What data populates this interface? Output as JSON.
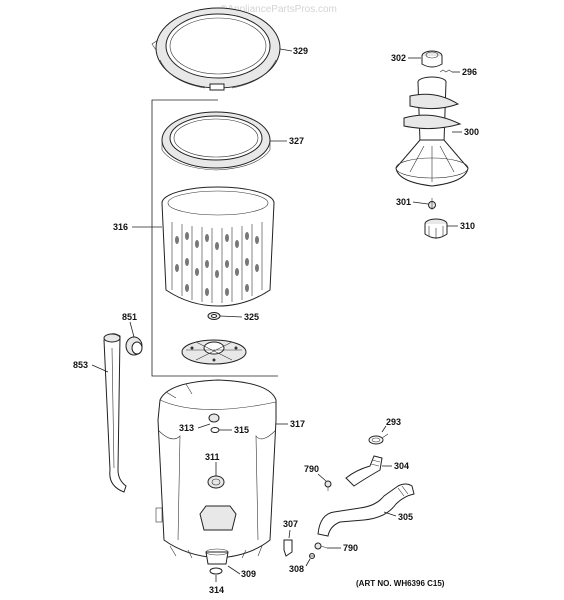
{
  "watermark": "©AppliancePartsPros.com",
  "art_number": "(ART NO. WH6396 C15)",
  "labels": {
    "p329": "329",
    "p327": "327",
    "p316": "316",
    "p325": "325",
    "p851": "851",
    "p853": "853",
    "p302": "302",
    "p296": "296",
    "p300": "300",
    "p301": "301",
    "p310": "310",
    "p313": "313",
    "p315": "315",
    "p317": "317",
    "p311": "311",
    "p293": "293",
    "p790a": "790",
    "p304": "304",
    "p305": "305",
    "p307": "307",
    "p790b": "790",
    "p308": "308",
    "p309": "309",
    "p314": "314"
  }
}
